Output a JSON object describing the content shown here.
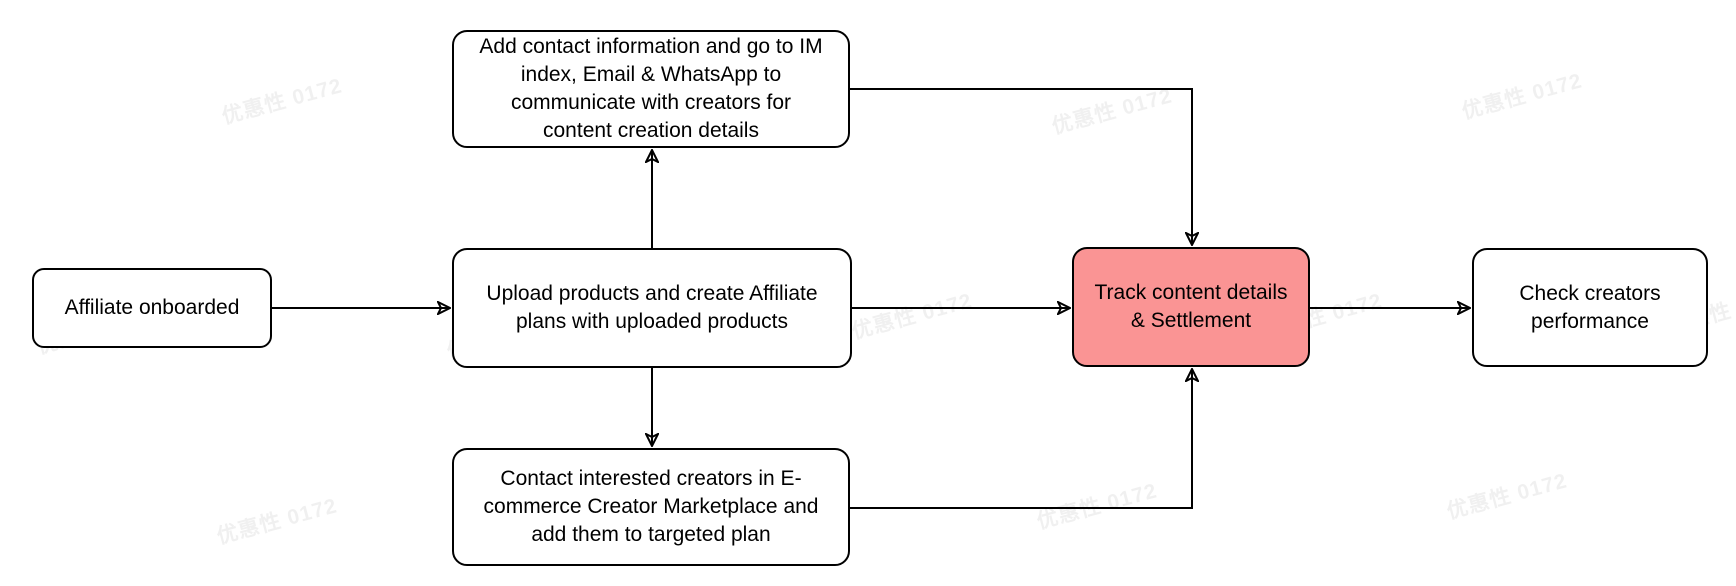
{
  "watermark": {
    "text": "优惠性 0172"
  },
  "colors": {
    "node_fill": "#ffffff",
    "node_stroke": "#000000",
    "highlight_fill": "#FA9494",
    "arrow": "#000000"
  },
  "nodes": {
    "affiliate_onboarded": {
      "label": "Affiliate onboarded"
    },
    "add_contact": {
      "label": "Add contact information and go to IM\nindex, Email & WhatsApp to\ncommunicate with creators for\ncontent creation details"
    },
    "upload_products": {
      "label": "Upload products and create Affiliate\nplans with uploaded products"
    },
    "contact_creators": {
      "label": "Contact interested creators in E-\ncommerce Creator Marketplace and\nadd them to targeted plan"
    },
    "track_content": {
      "label": "Track content details\n& Settlement"
    },
    "check_performance": {
      "label": "Check creators\nperformance"
    }
  },
  "edges": [
    {
      "from": "affiliate_onboarded",
      "to": "upload_products"
    },
    {
      "from": "upload_products",
      "to": "add_contact"
    },
    {
      "from": "upload_products",
      "to": "contact_creators"
    },
    {
      "from": "upload_products",
      "to": "track_content"
    },
    {
      "from": "add_contact",
      "to": "track_content"
    },
    {
      "from": "contact_creators",
      "to": "track_content"
    },
    {
      "from": "track_content",
      "to": "check_performance"
    }
  ]
}
